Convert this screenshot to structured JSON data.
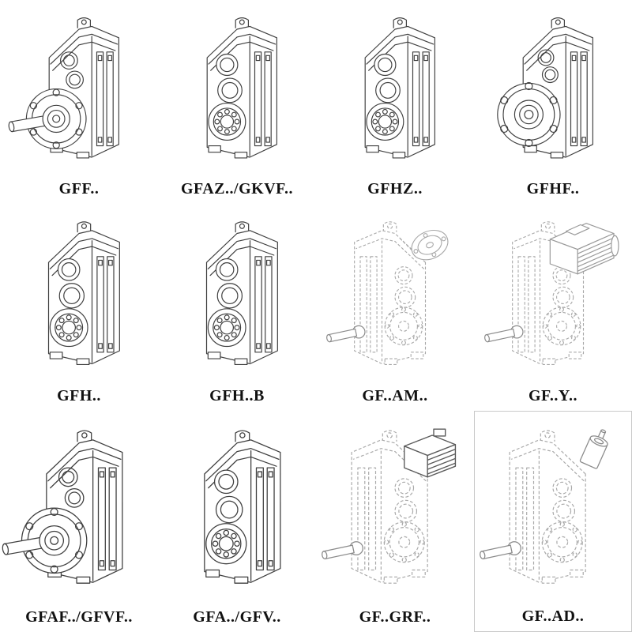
{
  "page": {
    "title": "Gear reducer model variants catalog",
    "background": "#ffffff",
    "colors": {
      "solid_line": "#3f3f3f",
      "phantom_line": "#a8a8a8",
      "label_text": "#111111"
    }
  },
  "grid": {
    "rows": 3,
    "cols": 4,
    "cells": [
      {
        "label": "GFF..",
        "variant": "flange-shaft"
      },
      {
        "label": "GFAZ../GKVF..",
        "variant": "hollow-bore"
      },
      {
        "label": "GFHZ..",
        "variant": "hollow-bore"
      },
      {
        "label": "GFHF..",
        "variant": "flange-hollow"
      },
      {
        "label": "GFH..",
        "variant": "hollow-bore"
      },
      {
        "label": "GFH..B",
        "variant": "hollow-bore"
      },
      {
        "label": "GF..AM..",
        "variant": "phantom-flange"
      },
      {
        "label": "GF..Y..",
        "variant": "phantom-motor"
      },
      {
        "label": "GFAF../GFVF..",
        "variant": "flange-shaft"
      },
      {
        "label": "GFA../GFV..",
        "variant": "hollow-bore"
      },
      {
        "label": "GF..GRF..",
        "variant": "phantom-block"
      },
      {
        "label": "GF..AD..",
        "variant": "phantom-adapter"
      }
    ]
  }
}
